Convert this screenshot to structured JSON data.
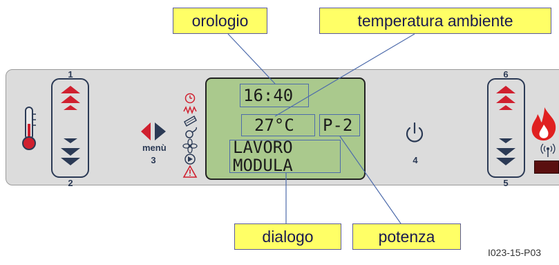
{
  "callouts": {
    "orologio": "orologio",
    "temperatura": "temperatura ambiente",
    "dialogo": "dialogo",
    "potenza": "potenza"
  },
  "display": {
    "clock": "16:40",
    "temperature": "27°C",
    "power": "P-2",
    "line1": "LAVORO",
    "line2": "MODULA"
  },
  "keys": {
    "k1": "1",
    "k2": "2",
    "k3": "3",
    "k4": "4",
    "k5": "5",
    "k6": "6",
    "menu": "menù"
  },
  "figure_code": "I023-15-P03",
  "icons": [
    "thermometer-icon",
    "clock-icon",
    "resistance-icon",
    "cleaning-icon",
    "fan-icon",
    "propeller-icon",
    "play-icon",
    "warning-icon",
    "power-icon",
    "flame-icon",
    "antenna-icon"
  ],
  "colors": {
    "callout_fill": "#ffff66",
    "lcd_fill": "#aac98d",
    "panel_fill": "#dcdcdc",
    "arrow_red": "#d0202f",
    "arrow_navy": "#2b3a55",
    "accent_blue": "#4d6bab"
  }
}
